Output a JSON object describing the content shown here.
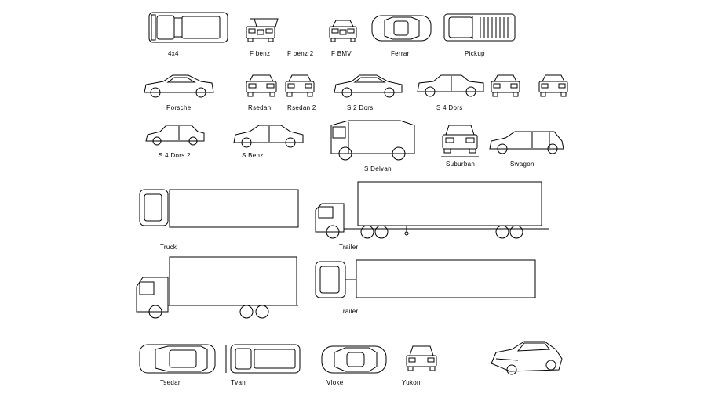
{
  "labels": {
    "4x4": "4x4",
    "f_benz": "F benz",
    "f_benz_2": "F benz 2",
    "f_bmv": "F BMV",
    "ferrari": "Ferrari",
    "pickup": "Pickup",
    "porsche": "Porsche",
    "rsedan": "Rsedan",
    "rsedan_2": "Rsedan 2",
    "s_2_dors": "S 2 Dors",
    "s_4_dors": "S 4 Dors",
    "s_4_dors_2": "S 4 Dors 2",
    "s_benz": "S Benz",
    "s_delvan": "S Delvan",
    "suburban": "Suburban",
    "swagon": "Swagon",
    "truck": "Truck",
    "trailer_1": "Trailer",
    "trailer_2": "Trailer",
    "tsedan": "Tsedan",
    "tvan": "Tvan",
    "vloke": "Vloke",
    "yukon": "Yukon"
  }
}
